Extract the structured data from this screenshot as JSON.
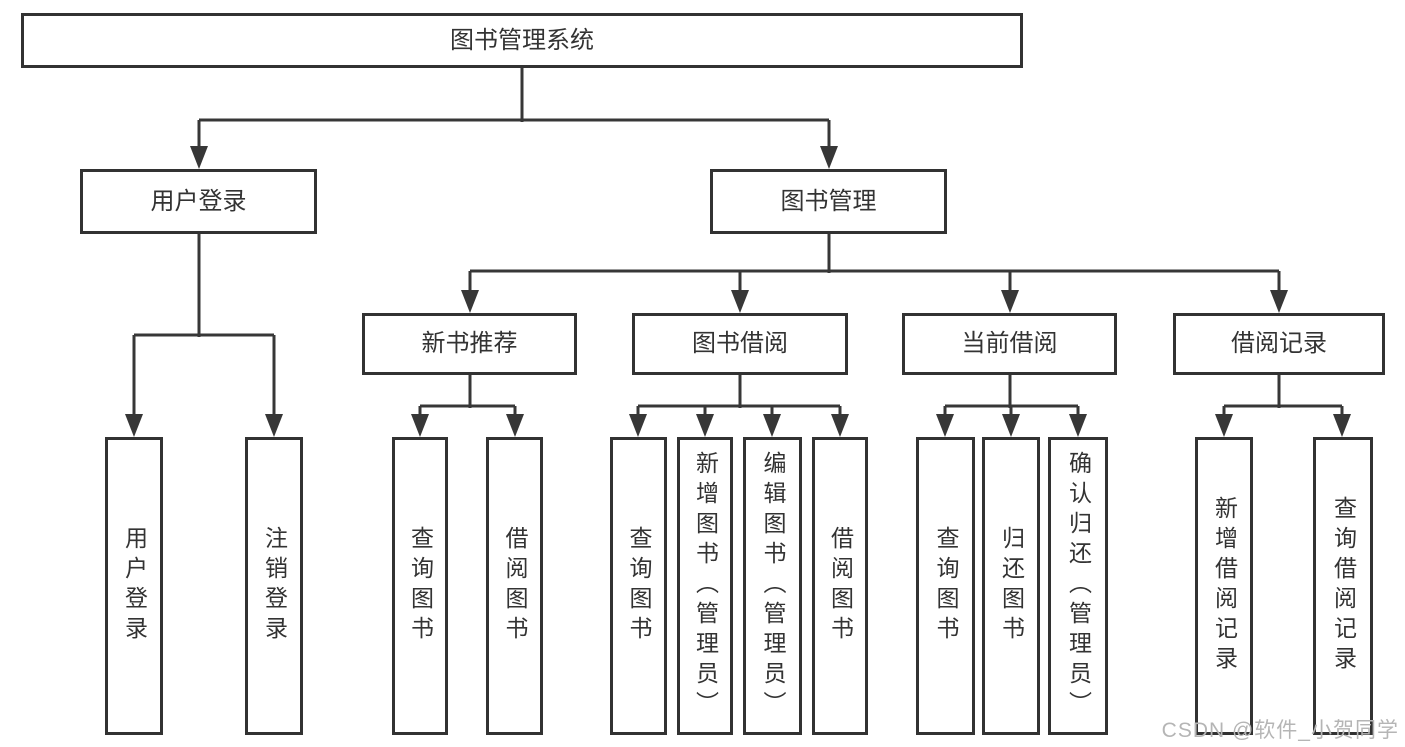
{
  "nodes": {
    "root": {
      "label": "图书管理系统"
    },
    "level2": [
      {
        "label": "用户登录"
      },
      {
        "label": "图书管理"
      }
    ],
    "level3": [
      {
        "label": "新书推荐",
        "parent": "图书管理"
      },
      {
        "label": "图书借阅",
        "parent": "图书管理"
      },
      {
        "label": "当前借阅",
        "parent": "图书管理"
      },
      {
        "label": "借阅记录",
        "parent": "图书管理"
      }
    ],
    "leaves": [
      {
        "label": "用户登录",
        "parent": "用户登录"
      },
      {
        "label": "注销登录",
        "parent": "用户登录"
      },
      {
        "label": "查询图书",
        "parent": "新书推荐"
      },
      {
        "label": "借阅图书",
        "parent": "新书推荐"
      },
      {
        "label": "查询图书",
        "parent": "图书借阅"
      },
      {
        "label": "新增图书（管理员）",
        "parent": "图书借阅"
      },
      {
        "label": "编辑图书（管理员）",
        "parent": "图书借阅"
      },
      {
        "label": "借阅图书",
        "parent": "图书借阅"
      },
      {
        "label": "查询图书",
        "parent": "当前借阅"
      },
      {
        "label": "归还图书",
        "parent": "当前借阅"
      },
      {
        "label": "确认归还（管理员）",
        "parent": "当前借阅"
      },
      {
        "label": "新增借阅记录",
        "parent": "借阅记录"
      },
      {
        "label": "查询借阅记录",
        "parent": "借阅记录"
      }
    ]
  },
  "watermark": {
    "text": "CSDN @软件_小贺同学"
  },
  "colors": {
    "line": "#373737",
    "border": "#323232",
    "text": "#333333",
    "watermark": "#b5b5b5",
    "background": "#ffffff"
  }
}
